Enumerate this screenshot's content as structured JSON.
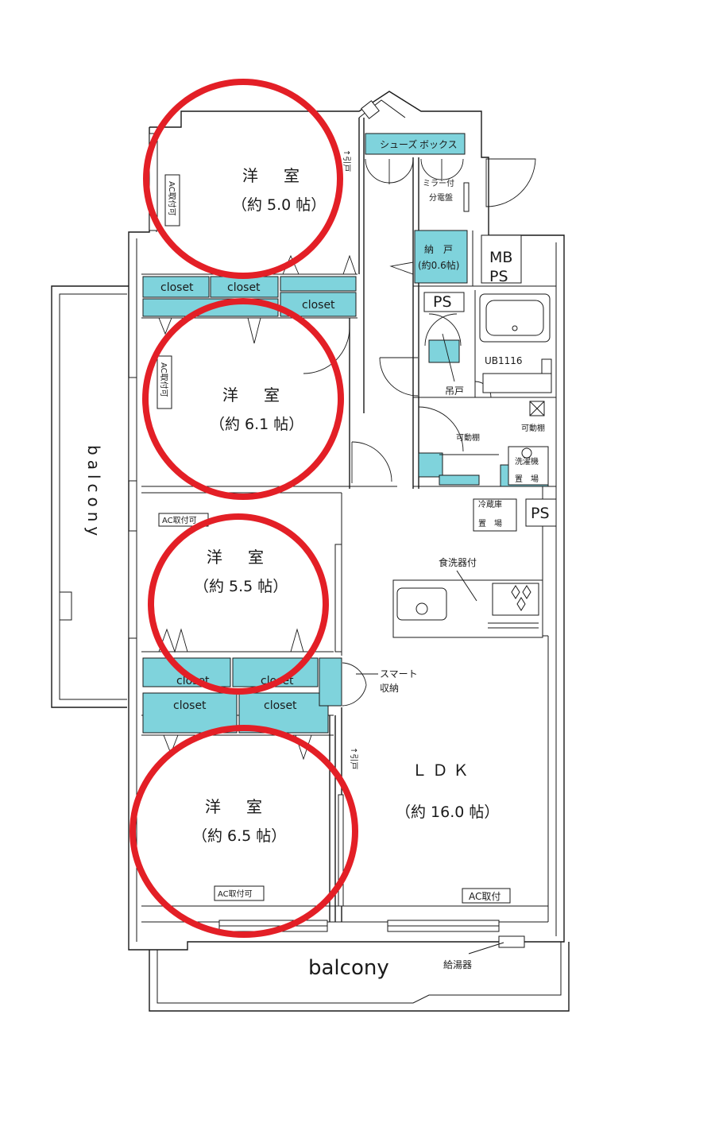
{
  "rooms": {
    "room1": {
      "name": "洋　室",
      "area": "（約 5.0 帖）"
    },
    "room2": {
      "name": "洋　室",
      "area": "（約 6.1 帖）"
    },
    "room3": {
      "name": "洋　室",
      "area": "（約 5.5 帖）"
    },
    "room4": {
      "name": "洋　室",
      "area": "（約 6.5 帖）"
    },
    "ldk": {
      "name": "ＬＤＫ",
      "area": "（約 16.0 帖）"
    }
  },
  "labels": {
    "closet": "closet",
    "shoes_box_1": "シューズ",
    "shoes_box_2": "ボックス",
    "mirror": "ミラー付",
    "distribution_board": "分電盤",
    "storage_1": "納　戸",
    "storage_2": "(約0.6帖)",
    "mb": "MB",
    "ps": "PS",
    "ub": "UB1116",
    "hanging_door": "吊戸",
    "adjustable_shelf": "可動棚",
    "washer_1": "洗濯機",
    "washer_2": "置　場",
    "fridge_1": "冷蔵庫",
    "fridge_2": "置　場",
    "dishwasher": "食洗器付",
    "smart_1": "スマート",
    "smart_2": "収納",
    "ac_mount": "AC取付",
    "ac_mount_ok": "AC取付可",
    "ac_vertical": "AC取付可",
    "sliding_door": "↑引戸",
    "water_heater": "給湯器",
    "balcony_bottom": "balcony",
    "balcony_side": "balcony"
  },
  "colors": {
    "highlight_circle": "#e31f26",
    "storage_fill": "#7fd3dc"
  }
}
